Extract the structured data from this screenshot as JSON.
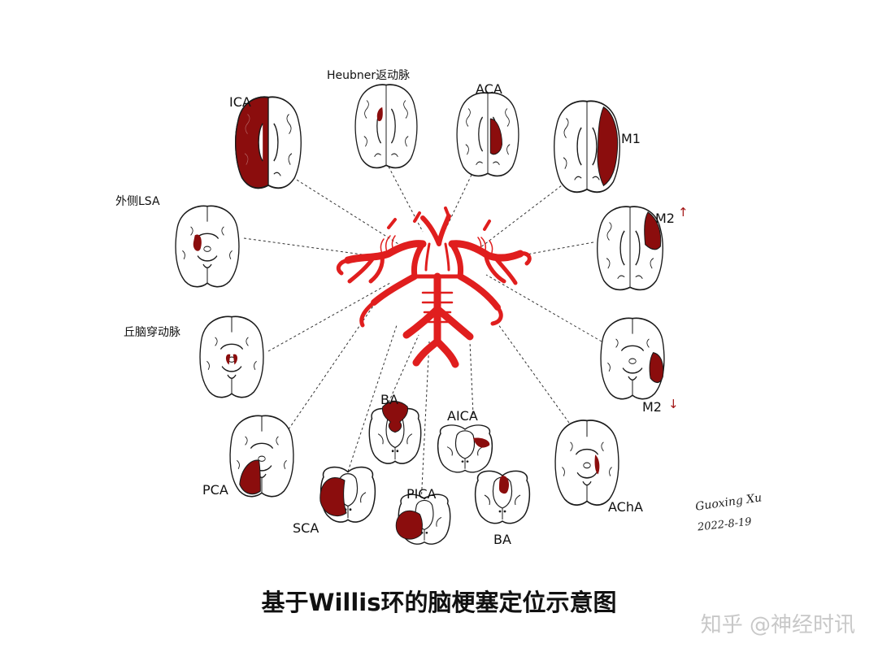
{
  "caption": "基于Willis环的脑梗塞定位示意图",
  "watermark": "知乎 @神经时讯",
  "signature": {
    "name": "Guoxing Xu",
    "date": "2022-8-19"
  },
  "labels": {
    "ica": "ICA",
    "heubner": "Heubner返动脉",
    "aca": "ACA",
    "m1": "M1",
    "lsa": "外侧LSA",
    "m2_up": "M2",
    "thalamo": "丘脑穿动脉",
    "m2_down": "M2",
    "pca": "PCA",
    "ba_top": "BA",
    "aica": "AICA",
    "acha": "AChA",
    "sca": "SCA",
    "pica": "PICA",
    "ba_bottom": "BA"
  },
  "arrows": {
    "up": "↑",
    "down": "↓"
  },
  "colors": {
    "infarct": "#8b0d0d",
    "artery": "#e01e1e",
    "outline": "#1a1a1a",
    "leader": "#333333"
  }
}
